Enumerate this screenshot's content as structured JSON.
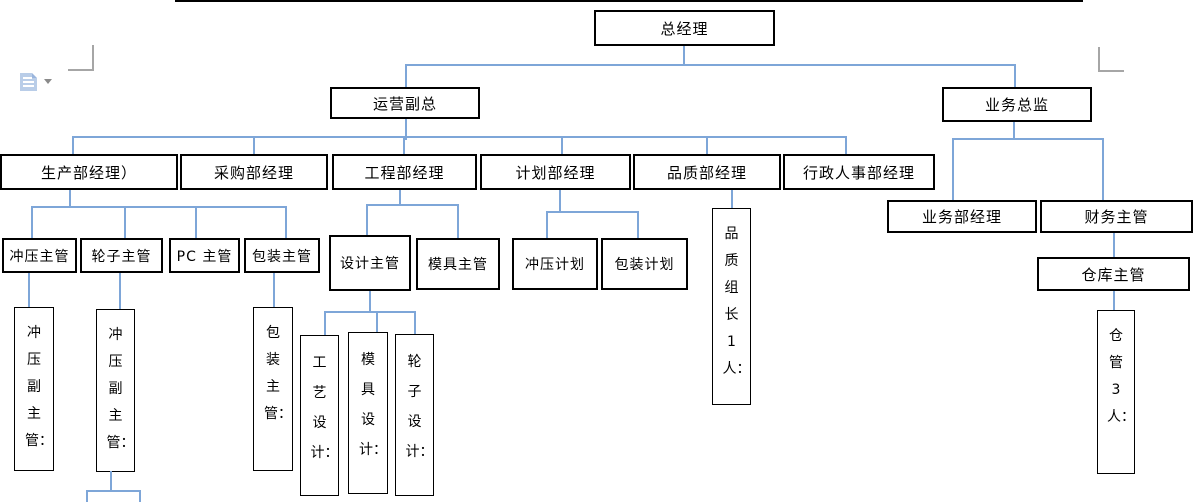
{
  "org_chart": {
    "title_note": "organization chart drawing canvas",
    "nodes": {
      "top_partial": "",
      "ceo": "总经理",
      "ops_vp": "运营副总",
      "biz_director": "业务总监",
      "prod_mgr": "生产部经理）",
      "purch_mgr": "采购部经理",
      "eng_mgr": "工程部经理",
      "plan_mgr": "计划部经理",
      "qual_mgr": "品质部经理",
      "admin_hr_mgr": "行政人事部经理",
      "biz_dept_mgr": "业务部经理",
      "fin_super": "财务主管",
      "stamp_super": "冲压主管",
      "wheel_super": "轮子主管",
      "pc_super": "PC 主管",
      "pack_super": "包装主管",
      "design_super": "设计主管",
      "mold_super": "模具主管",
      "stamp_plan": "冲压计划",
      "pack_plan": "包装计划",
      "warehouse_super": "仓库主管",
      "qual_leader": "品质组长1人：",
      "stamp_deputy1": "冲压副主管：",
      "stamp_deputy2": "冲压副主管：",
      "pack_super_v": "包装主管：",
      "process_design": "工艺设计：",
      "mold_design": "模具设计：",
      "wheel_design": "轮子设计：",
      "warehouse_staff": "仓管3人："
    },
    "hierarchy": {
      "总经理": [
        "运营副总",
        "业务总监"
      ],
      "运营副总": [
        "生产部经理）",
        "采购部经理",
        "工程部经理",
        "计划部经理",
        "品质部经理",
        "行政人事部经理"
      ],
      "业务总监": [
        "业务部经理",
        "财务主管"
      ],
      "生产部经理）": [
        "冲压主管",
        "轮子主管",
        "PC 主管",
        "包装主管"
      ],
      "冲压主管": [
        "冲压副主管："
      ],
      "轮子主管": [
        "冲压副主管："
      ],
      "包装主管": [
        "包装主管："
      ],
      "工程部经理": [
        "设计主管",
        "模具主管"
      ],
      "设计主管": [
        "工艺设计：",
        "模具设计：",
        "轮子设计："
      ],
      "计划部经理": [
        "冲压计划",
        "包装计划"
      ],
      "品质部经理": [
        "品质组长1人："
      ],
      "财务主管": [
        "仓库主管"
      ],
      "仓库主管": [
        "仓管3人："
      ]
    },
    "colors": {
      "connector_blue": "#7ea6d8",
      "box_border": "#000000",
      "background": "#ffffff",
      "paste_icon_blue": "#b9cde8",
      "corner_mark_grey": "#a6a6a6"
    }
  },
  "floating_ui": {
    "paste_options_icon": "paste-options",
    "dropdown_arrow": "▾"
  }
}
